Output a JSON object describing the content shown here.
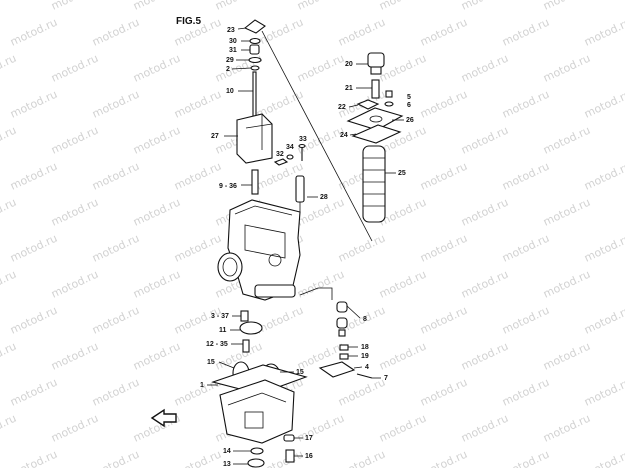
{
  "figure_title": "FIG.5",
  "watermark_text": "motod.ru",
  "callouts": {
    "c23": "23",
    "c30": "30",
    "c31": "31",
    "c29": "29",
    "c2": "2",
    "c10": "10",
    "c27": "27",
    "c33": "33",
    "c34": "34",
    "c32": "32",
    "c9_36": "9 - 36",
    "c28": "28",
    "c20": "20",
    "c21": "21",
    "c5": "5",
    "c22": "22",
    "c6": "6",
    "c26": "26",
    "c24": "24",
    "c25": "25",
    "c3_37": "3 - 37",
    "c11": "11",
    "c12_35": "12 - 35",
    "c15a": "15",
    "c15b": "15",
    "c8": "8",
    "c18": "18",
    "c19": "19",
    "c4": "4",
    "c7": "7",
    "c1": "1",
    "c17": "17",
    "c16": "16",
    "c14": "14",
    "c13": "13"
  },
  "colors": {
    "ink": "#111111",
    "watermark": "#d2d2d2",
    "paper": "#ffffff"
  },
  "icons": {
    "front_arrow": "arrow-icon"
  }
}
